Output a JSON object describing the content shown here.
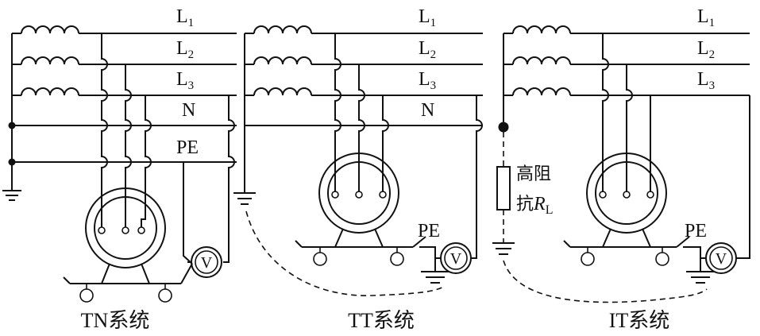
{
  "systems": [
    {
      "caption": "TN系统",
      "phase_labels": [
        {
          "main": "L",
          "sub": "1"
        },
        {
          "main": "L",
          "sub": "2"
        },
        {
          "main": "L",
          "sub": "3"
        }
      ],
      "neutral_label": "N",
      "pe_label": "PE",
      "meter_symbol": "V"
    },
    {
      "caption": "TT系统",
      "phase_labels": [
        {
          "main": "L",
          "sub": "1"
        },
        {
          "main": "L",
          "sub": "2"
        },
        {
          "main": "L",
          "sub": "3"
        }
      ],
      "neutral_label": "N",
      "pe_label": "PE",
      "meter_symbol": "V"
    },
    {
      "caption": "IT系统",
      "phase_labels": [
        {
          "main": "L",
          "sub": "1"
        },
        {
          "main": "L",
          "sub": "2"
        },
        {
          "main": "L",
          "sub": "3"
        }
      ],
      "pe_label": "PE",
      "meter_symbol": "V",
      "impedance_label_line1": "高阻",
      "impedance_label_line2": "抗",
      "impedance_symbol": "R",
      "impedance_subscript": "L"
    }
  ]
}
